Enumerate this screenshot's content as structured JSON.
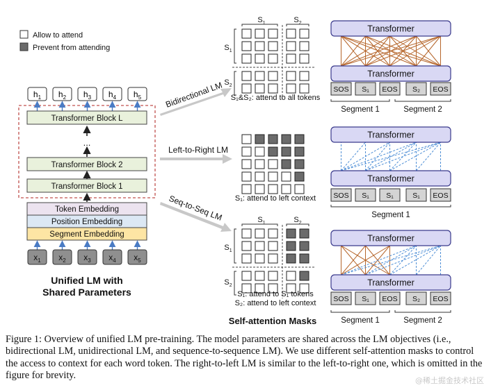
{
  "legend": {
    "allow": "Allow to attend",
    "prevent": "Prevent from attending"
  },
  "left_model": {
    "outputs": [
      "h",
      "h",
      "h",
      "h",
      "h"
    ],
    "output_subscripts": [
      "1",
      "2",
      "3",
      "4",
      "5"
    ],
    "blocks": [
      "Transformer Block L",
      "Transformer Block 2",
      "Transformer Block 1"
    ],
    "ellipsis": "...",
    "embeddings": [
      "Token Embedding",
      "Position Embedding",
      "Segment Embedding"
    ],
    "inputs": [
      "x",
      "x",
      "x",
      "x",
      "x"
    ],
    "input_subscripts": [
      "1",
      "2",
      "3",
      "4",
      "5"
    ],
    "title_line1": "Unified LM with",
    "title_line2": "Shared Parameters"
  },
  "objectives": {
    "bidirectional": "Bidirectional LM",
    "left_to_right": "Left-to-Right LM",
    "seq_to_seq": "Seq-to-Seq LM"
  },
  "masks": {
    "title": "Self-attention Masks",
    "s_symbol": "S",
    "sub1": "1",
    "sub2": "2",
    "bidirectional_caption": "S₁&S₂: attend to all tokens",
    "ltr_caption": "S₁: attend to left context",
    "s2s_caption_line1": "S₁: attend to S₁ tokens",
    "s2s_caption_line2": "S₂: attend to left context",
    "bidirectional_grid": [
      [
        0,
        0,
        0,
        0,
        0
      ],
      [
        0,
        0,
        0,
        0,
        0
      ],
      [
        0,
        0,
        0,
        0,
        0
      ],
      [
        0,
        0,
        0,
        0,
        0
      ],
      [
        0,
        0,
        0,
        0,
        0
      ]
    ],
    "ltr_grid": [
      [
        0,
        1,
        1,
        1,
        1
      ],
      [
        0,
        0,
        1,
        1,
        1
      ],
      [
        0,
        0,
        0,
        1,
        1
      ],
      [
        0,
        0,
        0,
        0,
        1
      ],
      [
        0,
        0,
        0,
        0,
        0
      ]
    ],
    "s2s_grid": [
      [
        0,
        0,
        0,
        1,
        1
      ],
      [
        0,
        0,
        0,
        1,
        1
      ],
      [
        0,
        0,
        0,
        1,
        1
      ],
      [
        0,
        0,
        0,
        0,
        1
      ],
      [
        0,
        0,
        0,
        0,
        0
      ]
    ]
  },
  "right_diagrams": {
    "transformer_label": "Transformer",
    "bidirectional_tokens": [
      "SOS",
      "S₁",
      "EOS",
      "S₂",
      "EOS"
    ],
    "ltr_tokens": [
      "SOS",
      "S₁",
      "S₁",
      "S₁",
      "EOS"
    ],
    "s2s_tokens": [
      "SOS",
      "S₁",
      "EOS",
      "S₂",
      "EOS"
    ],
    "segment1": "Segment 1",
    "segment2": "Segment 2"
  },
  "caption": "Figure 1: Overview of unified LM pre-training. The model parameters are shared across the LM objectives (i.e., bidirectional LM, unidirectional LM, and sequence-to-sequence LM). We use different self-attention masks to control the access to context for each word token. The right-to-left LM is similar to the left-to-right one, which is omitted in the figure for brevity.",
  "watermark": "@稀土掘金技术社区",
  "colors": {
    "transformer_fill": "#d9d8f4",
    "transformer_stroke": "#3a3a8c",
    "token_fill": "#d4d4d4",
    "block_fill": "#e9f1dc",
    "token_emb_fill": "#ece3ef",
    "position_emb_fill": "#dce8f4",
    "segment_emb_fill": "#fde5a4",
    "input_fill": "#8f8f8f",
    "arrow_blue": "#4a7bc4",
    "orange_line": "#b5652a",
    "blue_dash": "#4f8fd6",
    "dash_red": "#c0504d",
    "mask_gray": "#6b6b6b"
  }
}
